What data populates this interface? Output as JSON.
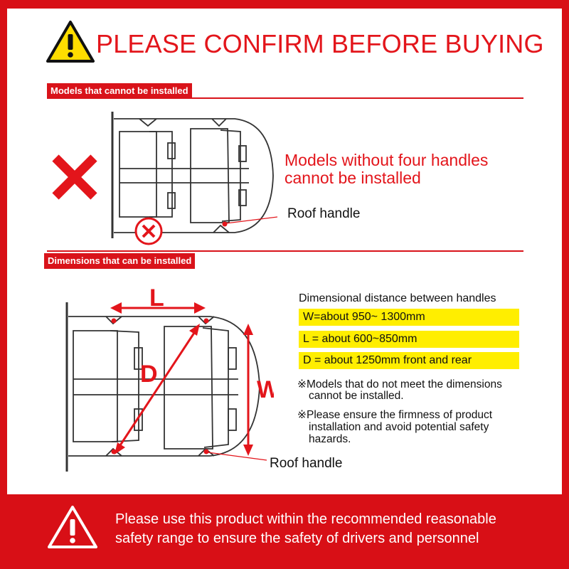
{
  "title": "PLEASE CONFIRM BEFORE BUYING",
  "section1": {
    "label": "Models that cannot be installed",
    "warning_line1": "Models without four handles",
    "warning_line2": "cannot be installed",
    "handle_label": "Roof handle"
  },
  "section2": {
    "label": "Dimensions that can be installed",
    "heading": "Dimensional distance between handles",
    "dims": [
      "W=about 950~ 1300mm",
      "L = about 600~850mm",
      "D = about 1250mm front and rear"
    ],
    "note1_line1": "※Models that do not meet the dimensions",
    "note1_line2": "cannot be installed.",
    "note2_line1": "※Please ensure the firmness of product",
    "note2_line2": "installation and avoid potential safety",
    "note2_line3": "hazards.",
    "handle_label": "Roof handle",
    "letter_l": "L",
    "letter_d": "D",
    "letter_w": "W"
  },
  "footer": {
    "line1": "Please use this product within the recommended reasonable",
    "line2": "safety range to ensure the safety of drivers and personnel"
  },
  "colors": {
    "accent_red": "#e3151b",
    "highlight_yellow": "#ffee00"
  },
  "icons": [
    "warning-triangle-icon",
    "cross-mark-icon",
    "circle-x-icon",
    "warning-triangle-outline-icon"
  ]
}
